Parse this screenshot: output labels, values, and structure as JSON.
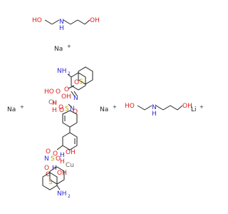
{
  "atoms": {
    "ho": "HO",
    "oh": "OH",
    "h": "H",
    "n": "N",
    "nh2": "NH",
    "nh2_sub": "2",
    "o": "O",
    "s": "S",
    "cu": "Cu",
    "na": "Na",
    "li": "Li",
    "plus": "+"
  },
  "colors": {
    "oxygen": "#e0201c",
    "nitrogen": "#2a2ad8",
    "sulfur": "#b8a000",
    "carbon": "#222222",
    "metal": "#666666"
  }
}
